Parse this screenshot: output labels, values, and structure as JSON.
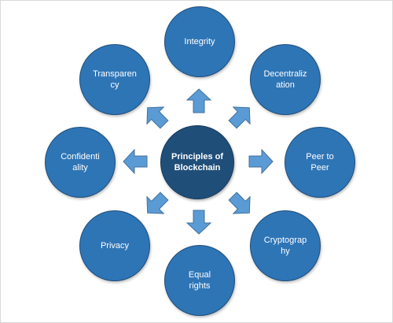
{
  "center": {
    "label": "Principles of\nBlockchain"
  },
  "principles": [
    {
      "label": "Integrity"
    },
    {
      "label": "Decentraliz\nation"
    },
    {
      "label": "Peer to\nPeer"
    },
    {
      "label": "Cryptograp\nhy"
    },
    {
      "label": "Equal\nrights"
    },
    {
      "label": "Privacy"
    },
    {
      "label": "Confidenti\nality"
    },
    {
      "label": "Transparen\ncy"
    }
  ],
  "colors": {
    "outer_node": "#2e75b6",
    "center_node": "#1f4e79",
    "arrow": "#5b9bd5"
  }
}
